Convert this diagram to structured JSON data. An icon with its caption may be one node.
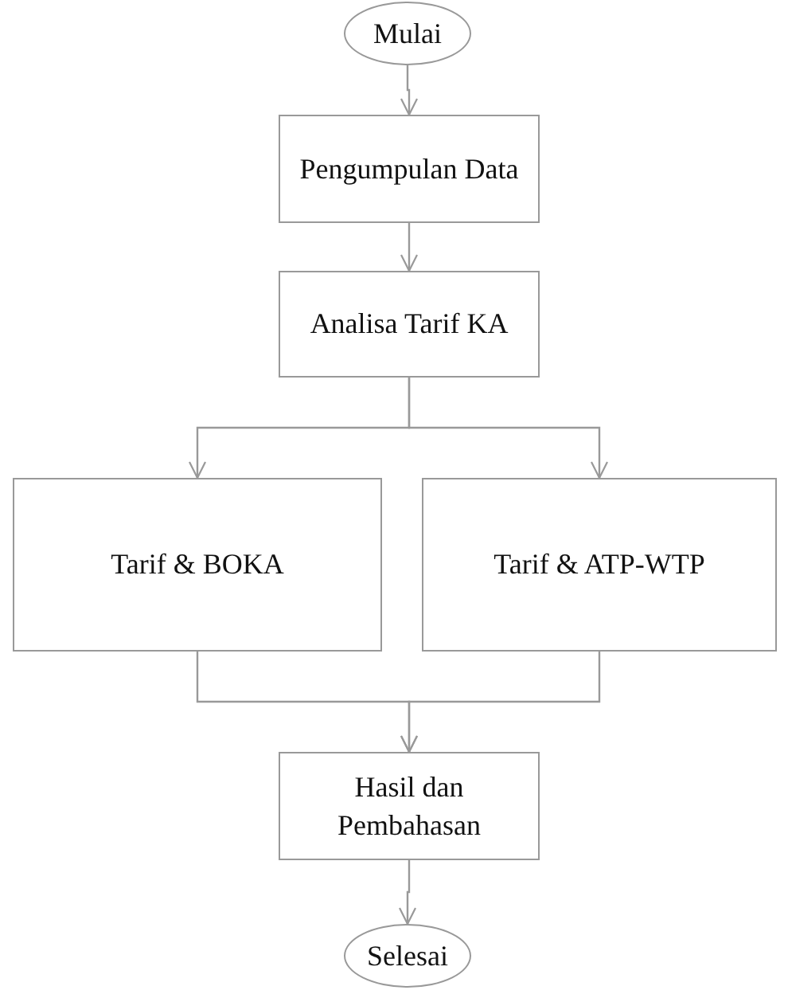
{
  "diagram": {
    "nodes": [
      {
        "text": [
          "Mulai"
        ]
      },
      {
        "text": [
          "Pengumpulan Data"
        ]
      },
      {
        "text": [
          "Analisa Tarif KA"
        ]
      },
      {
        "text": [
          "Tarif & BOKA"
        ]
      },
      {
        "text": [
          "Tarif & ATP-WTP"
        ]
      },
      {
        "text": [
          "Hasil dan Pembahasan"
        ]
      },
      {
        "text": [
          "Selesai"
        ]
      }
    ],
    "edges": [
      {
        "from": 0,
        "to": 1,
        "arrow": "to"
      },
      {
        "from": 1,
        "to": 2,
        "arrow": "to"
      },
      {
        "from": 2,
        "to": 3,
        "arrow": "to"
      },
      {
        "from": 2,
        "to": 4,
        "arrow": "to"
      },
      {
        "from": 3,
        "to": 5,
        "arrow": "to"
      },
      {
        "from": 4,
        "to": 5,
        "arrow": "to"
      },
      {
        "from": 5,
        "to": 6,
        "arrow": "to"
      }
    ]
  }
}
